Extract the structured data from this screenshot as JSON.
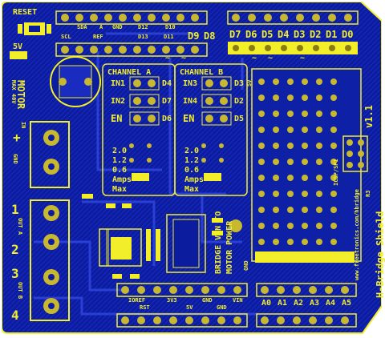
{
  "board": {
    "reset": "RESET",
    "volt5": "5V",
    "motor": "MOTOR",
    "motor_max": "MAX 40V",
    "motor_in": "IN",
    "gnd": "GND",
    "plus": "+",
    "product_name": "H-Bridge Shield",
    "version": "v1.1",
    "url": "www.freetronics.com/hbridge",
    "icsp": "ICSP/SPI",
    "r3": "R3",
    "bridge": "BRIDGE VIN TO",
    "motor_power": "MOTOR POWER",
    "gnd_strip": "GND",
    "v5_strip": "5V",
    "tilde": "~"
  },
  "top_header_upper": [
    "SDA",
    "A",
    "GND",
    "D12",
    "D10"
  ],
  "top_header_lower": [
    "SCL",
    "REF",
    "D13",
    "D11",
    "D9",
    "D8"
  ],
  "digital_right": [
    "D7",
    "D6",
    "D5",
    "D4",
    "D3",
    "D2",
    "D1",
    "D0"
  ],
  "channel_a": {
    "title": "CHANNEL A",
    "rows": [
      [
        "IN1",
        "D4"
      ],
      [
        "IN2",
        "D7"
      ],
      [
        "EN",
        "D6"
      ]
    ],
    "amps": [
      "2.0",
      "1.2",
      "0.6",
      "Amps",
      "Max"
    ]
  },
  "channel_b": {
    "title": "CHANNEL B",
    "rows": [
      [
        "IN3",
        "D3"
      ],
      [
        "IN4",
        "D2"
      ],
      [
        "EN",
        "D5"
      ]
    ],
    "amps": [
      "2.0",
      "1.2",
      "0.6",
      "Amps",
      "Max"
    ]
  },
  "outputs": {
    "out1": "1",
    "out_a_text": "OUT A",
    "out2": "2",
    "out3": "3",
    "out_b_text": "OUT B",
    "out4": "4"
  },
  "power_header": [
    "IOREF",
    "RST",
    "3V3",
    "5V",
    "GND",
    "GND",
    "VIN"
  ],
  "analog": [
    "A0",
    "A1",
    "A2",
    "A3",
    "A4",
    "A5"
  ],
  "colors": {
    "board": "#0d1fa8",
    "copper": "#2a3fd6",
    "silk": "#f2ee2a",
    "pad": "#c8b830"
  }
}
